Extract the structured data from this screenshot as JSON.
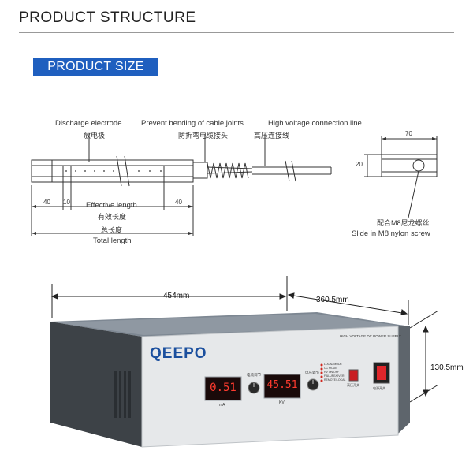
{
  "header": {
    "title": "PRODUCT STRUCTURE",
    "section": "PRODUCT SIZE"
  },
  "drawing": {
    "labels": {
      "discharge_en": "Discharge electrode",
      "discharge_cn": "放电极",
      "prevent_en": "Prevent bending of cable joints",
      "prevent_cn": "防折弯电缆接头",
      "hv_en": "High voltage connection line",
      "hv_cn": "高压连接线",
      "effective_en": "Effective length",
      "effective_cn": "有效长度",
      "total_cn": "总长度",
      "total_en": "Total length",
      "screw_cn": "配合M8尼龙螺丝",
      "screw_en": "Slide in M8 nylon screw"
    },
    "dims": {
      "left_40": "40",
      "ten": "10",
      "right_40": "40",
      "width_70": "70",
      "height_20": "20"
    }
  },
  "cabinet": {
    "width": "454mm",
    "depth": "360.5mm",
    "height": "130.5mm",
    "brand": "QEEPO",
    "panel_title": "HIGH VOLTAGE DC POWER SUPPLY",
    "current_display": "0.51",
    "voltage_display": "45.51",
    "current_unit": "mA",
    "voltage_unit": "KV",
    "current_knob_label": "电流调节",
    "voltage_knob_label": "电压调节",
    "indicators": [
      "LOCAL MODE",
      "CC MODE",
      "HV ON/OFF",
      "FAILURE/OVER",
      "REMOTE/LOCAL"
    ],
    "hv_switch_label": "高压开关",
    "power_switch_label": "电源开关",
    "colors": {
      "display_bg": "#1a0a0a",
      "display_digits": "#ff3b2f",
      "brand": "#1b4f9e",
      "switch": "#e0262b"
    }
  }
}
